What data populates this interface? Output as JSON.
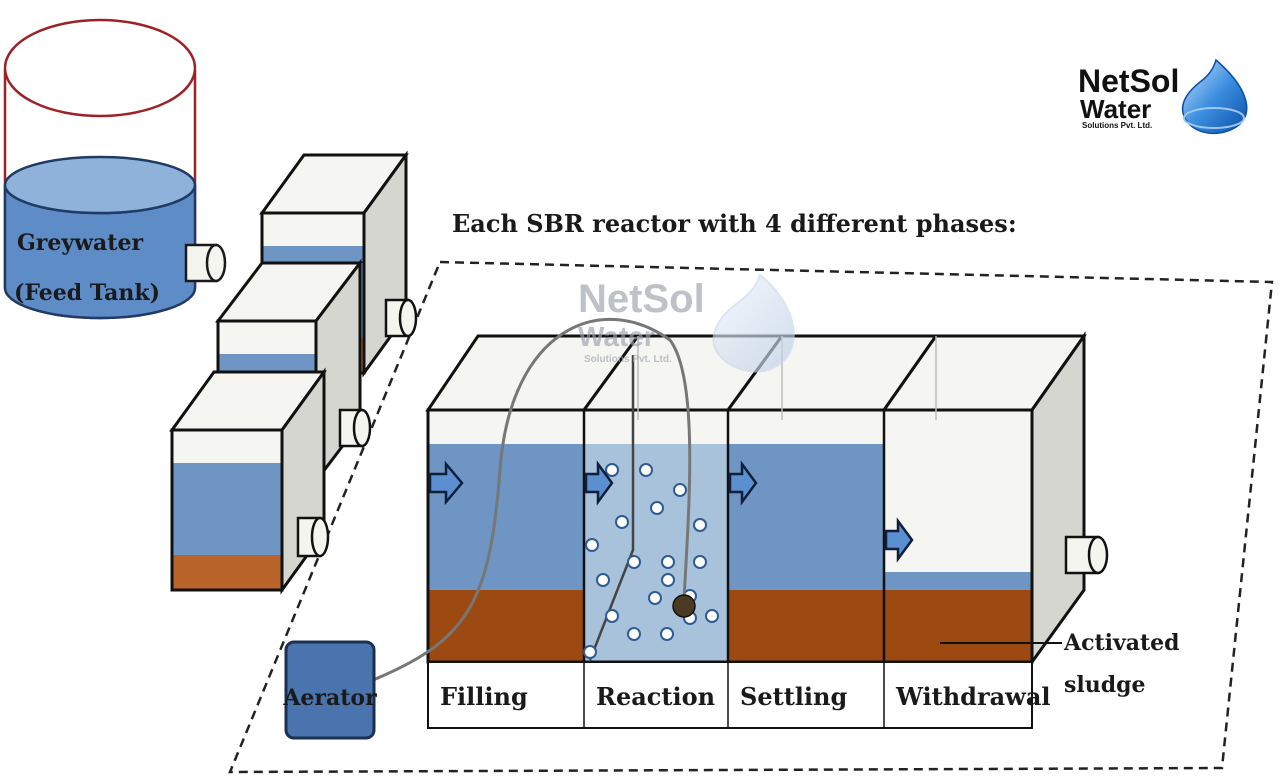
{
  "feed_tank": {
    "line1": "Greywater",
    "line2": "(Feed Tank)"
  },
  "heading": "Each SBR reactor with 4 different phases:",
  "aerator_label": "Aerator",
  "phases": [
    "Filling",
    "Reaction",
    "Settling",
    "Withdrawal"
  ],
  "sludge_label": {
    "line1": "Activated",
    "line2": "sludge"
  },
  "logo": {
    "name": "NetSol",
    "sub": "Water",
    "tagline": "Solutions Pvt. Ltd."
  },
  "watermark": {
    "name": "NetSol",
    "sub": "Water",
    "tagline": "Solutions Pvt. Ltd."
  },
  "colors": {
    "water": "#6e95c3",
    "water_light": "#a9c2db",
    "sludge": "#9c4a12",
    "sludge_small": "#b8642a",
    "tank_outline": "#9b2226",
    "aerator": "#4a74ad",
    "arrow": "#5b8fd0",
    "box_top": "#f5f5f1",
    "box_side": "#d6d6d1"
  }
}
